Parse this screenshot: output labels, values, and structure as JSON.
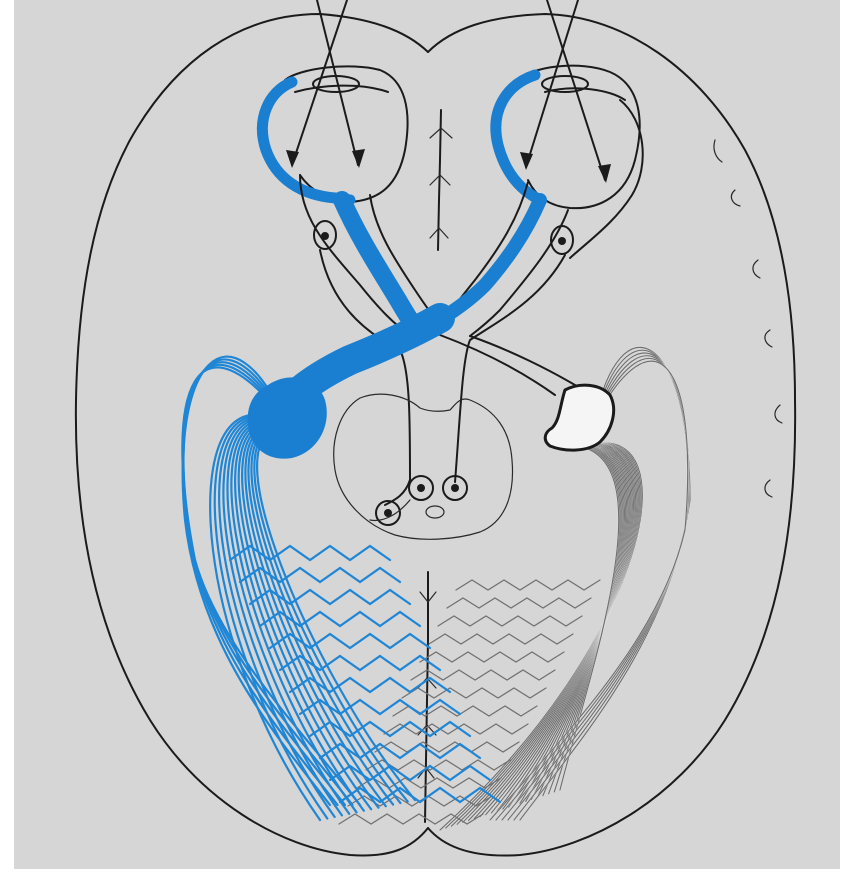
{
  "figure": {
    "background_color": "#d6d6d6",
    "highlight_color": "#1a7fd0",
    "ink_color": "#1b1b1b",
    "highlighted_side": "left",
    "parts": [
      "brain-outline",
      "eyes",
      "optic-nerves",
      "optic-chiasm",
      "optic-tracts",
      "lateral-geniculate-bodies",
      "optic-radiations",
      "midbrain",
      "light-rays"
    ]
  }
}
